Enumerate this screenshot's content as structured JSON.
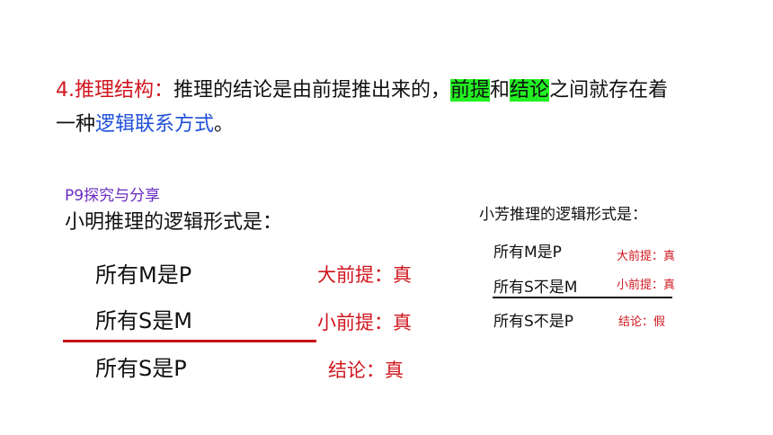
{
  "intro": {
    "label": "4.推理结构：",
    "text1": "推理的结论是由前提推出来的，",
    "premise": "前提",
    "and": "和",
    "conclusion": "结论",
    "text2": "之间就存在着",
    "text3": "一种",
    "logic": "逻辑联系方式",
    "end": "。"
  },
  "section_title": "P9探究与分享",
  "left": {
    "heading": "小明推理的逻辑形式是：",
    "lines": [
      "所有M是P",
      "所有S是M",
      "所有S是P"
    ],
    "tags": [
      "大前提：真",
      "小前提：真",
      "结论：真"
    ]
  },
  "right": {
    "heading": "小芳推理的逻辑形式是：",
    "lines": [
      "所有M是P",
      "所有S不是M",
      "所有S不是P"
    ],
    "tags": [
      "大前提：真",
      "小前提：真",
      "结论：假"
    ]
  },
  "colors": {
    "red": "#d0161e",
    "blue": "#1f4fd8",
    "highlight": "#22f022",
    "purple": "#6a2cc2"
  }
}
